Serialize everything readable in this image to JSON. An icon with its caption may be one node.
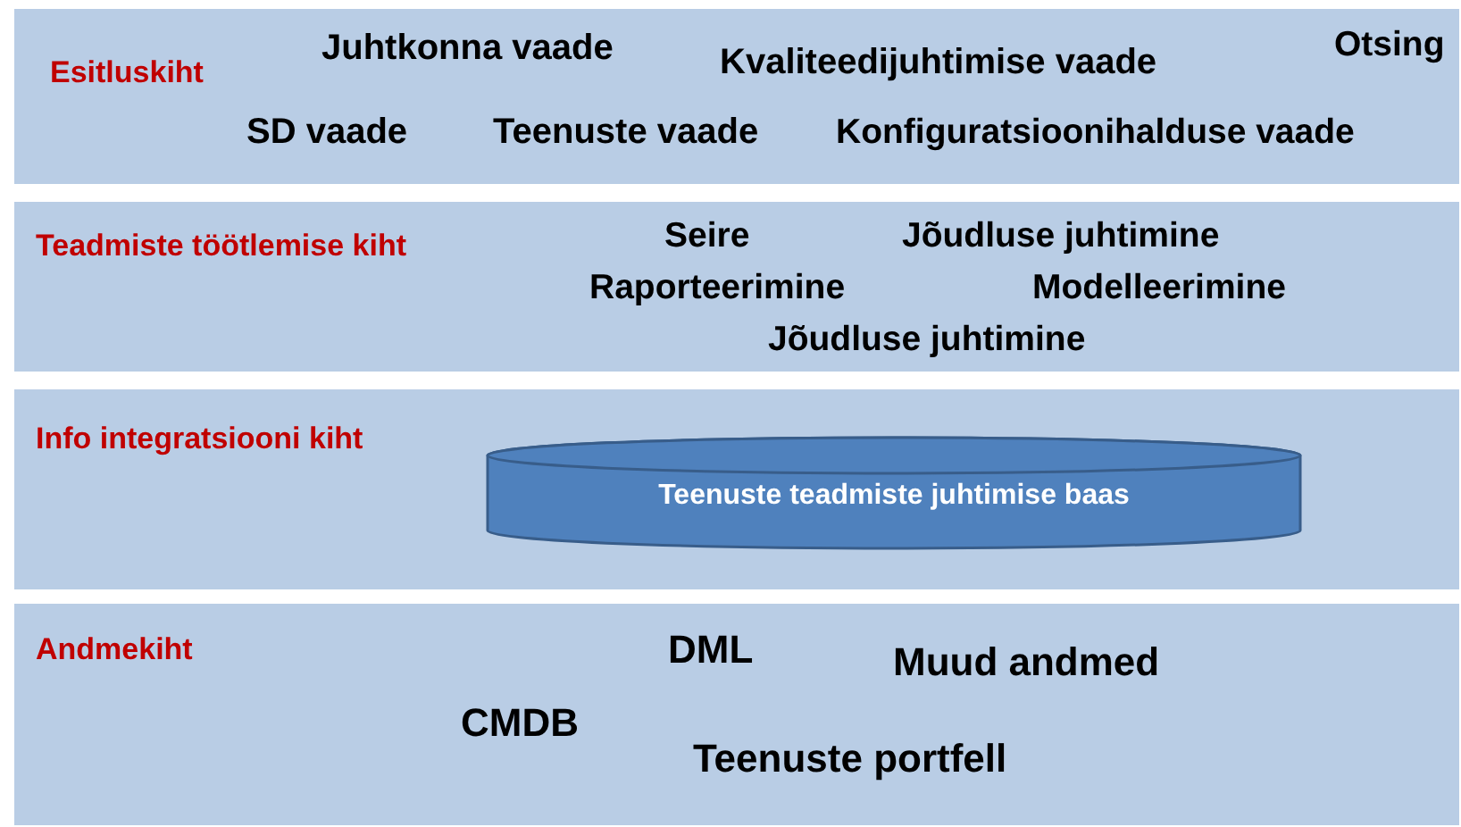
{
  "diagram": {
    "nodes": [
      {
        "text": [
          "Esitluskiht",
          "Juhtkonna vaade",
          "Kvaliteedijuhtimise vaade",
          "Otsing",
          "SD vaade",
          "Teenuste vaade",
          "Konfiguratsioonihalduse vaade"
        ]
      },
      {
        "text": [
          "Teadmiste töötlemise kiht",
          "Seire",
          "Jõudluse juhtimine",
          "Raporteerimine",
          "Modelleerimine",
          "Jõudluse juhtimine"
        ]
      },
      {
        "text": [
          "Info integratsiooni kiht"
        ]
      },
      {
        "text": [
          "Teenuste teadmiste juhtimise baas"
        ],
        "in": 2
      },
      {
        "text": [
          "Andmekiht",
          "DML",
          "Muud andmed",
          "CMDB",
          "Teenuste portfell"
        ]
      }
    ]
  }
}
